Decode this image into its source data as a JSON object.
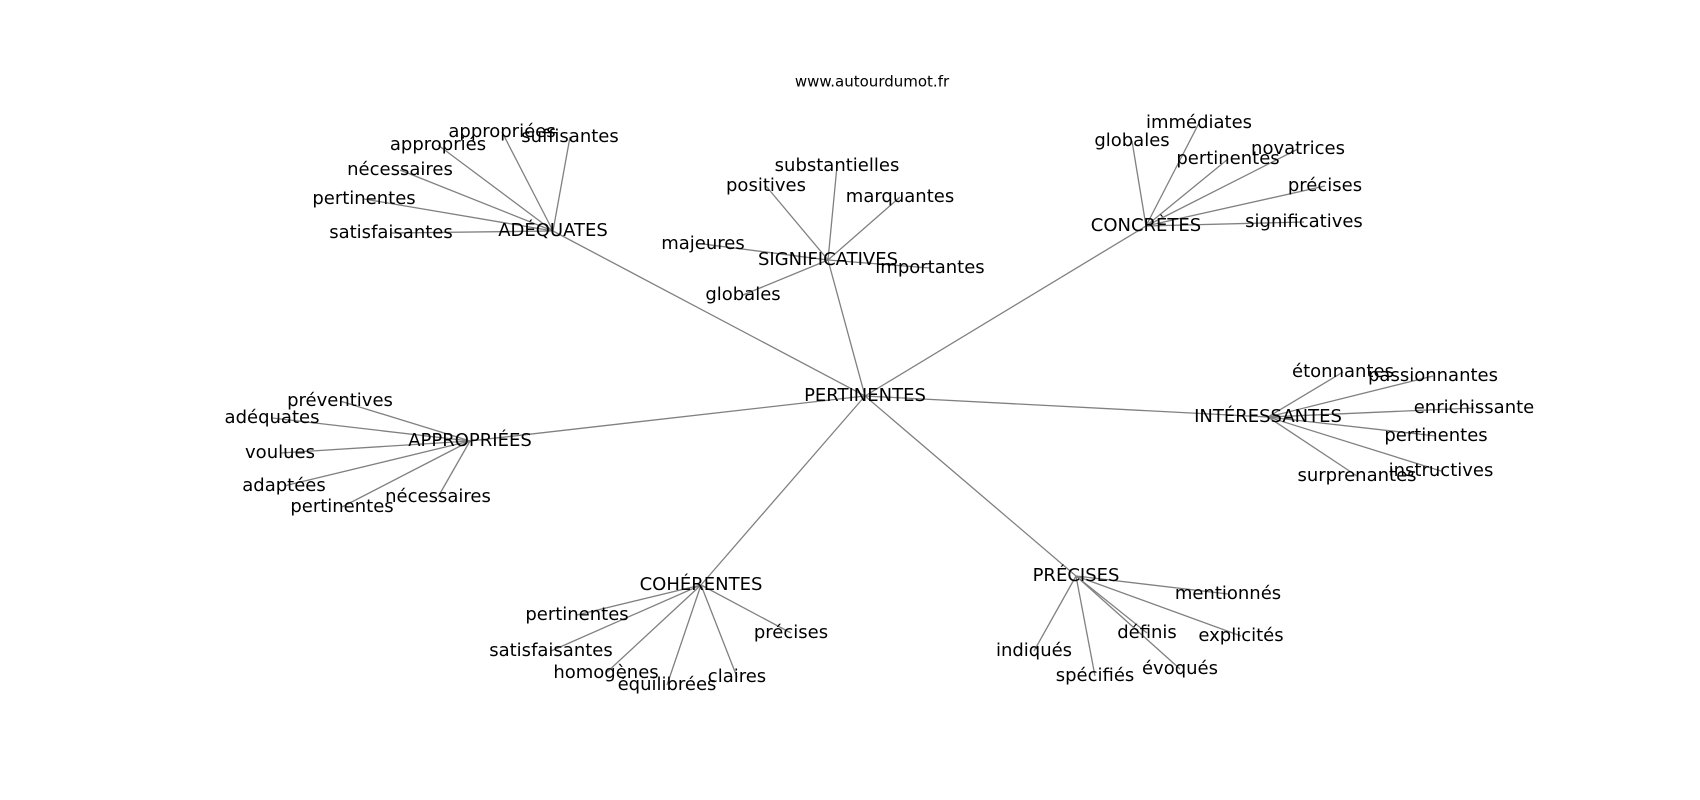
{
  "source": "www.autourdumot.fr",
  "root": "PERTINENTES",
  "groups": [
    {
      "word": "ADÉQUATES",
      "children": [
        "appropriées",
        "suffisantes",
        "appropriés",
        "nécessaires",
        "pertinentes",
        "satisfaisantes"
      ]
    },
    {
      "word": "SIGNIFICATIVES",
      "children": [
        "substantielles",
        "positives",
        "marquantes",
        "majeures",
        "importantes",
        "globales"
      ]
    },
    {
      "word": "CONCRÈTES",
      "children": [
        "immédiates",
        "globales",
        "novatrices",
        "pertinentes",
        "précises",
        "significatives"
      ]
    },
    {
      "word": "APPROPRIÉES",
      "children": [
        "préventives",
        "adéquates",
        "voulues",
        "adaptées",
        "pertinentes",
        "nécessaires"
      ]
    },
    {
      "word": "INTÉRESSANTES",
      "children": [
        "étonnantes",
        "passionnantes",
        "enrichissante",
        "pertinentes",
        "instructives",
        "surprenantes"
      ]
    },
    {
      "word": "COHÉRENTES",
      "children": [
        "pertinentes",
        "précises",
        "satisfaisantes",
        "homogènes",
        "équilibrées",
        "claires"
      ]
    },
    {
      "word": "PRÉCISES",
      "children": [
        "mentionnés",
        "définis",
        "explicités",
        "indiqués",
        "évoqués",
        "spécifiés"
      ]
    }
  ]
}
